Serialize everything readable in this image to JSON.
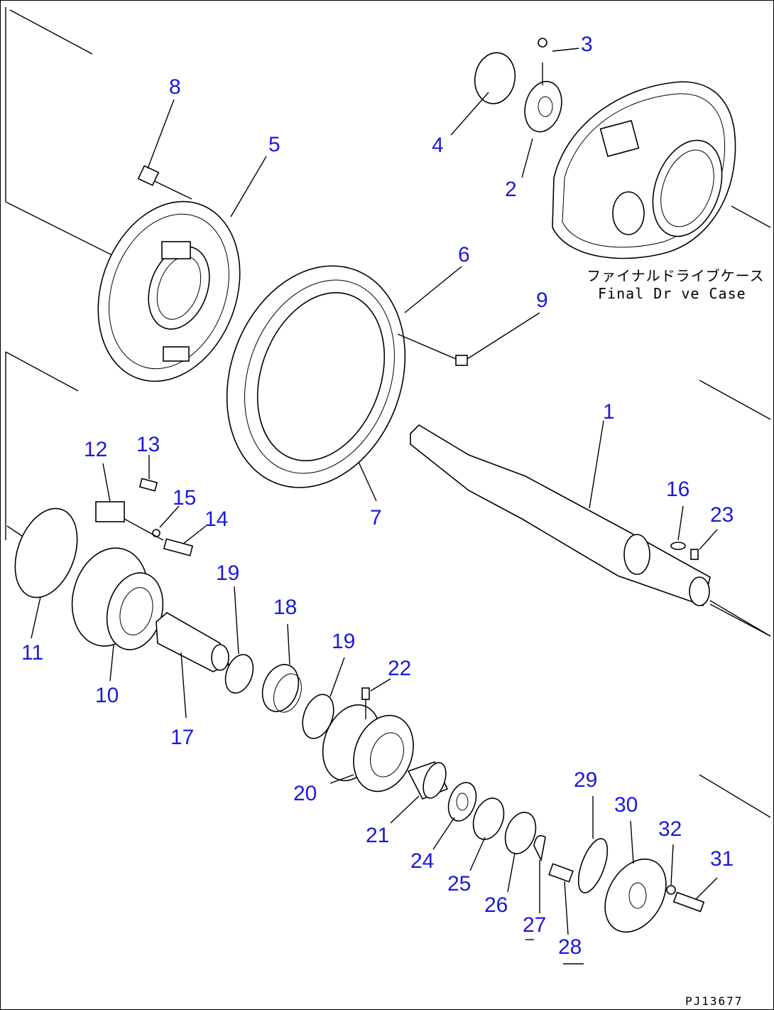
{
  "callouts": {
    "c1": "1",
    "c2": "2",
    "c3": "3",
    "c4": "4",
    "c5": "5",
    "c6": "6",
    "c7": "7",
    "c8": "8",
    "c9": "9",
    "c10": "10",
    "c11": "11",
    "c12": "12",
    "c13": "13",
    "c14": "14",
    "c15": "15",
    "c16": "16",
    "c17": "17",
    "c18": "18",
    "c19a": "19",
    "c19b": "19",
    "c20": "20",
    "c21": "21",
    "c22": "22",
    "c23": "23",
    "c24": "24",
    "c25": "25",
    "c26": "26",
    "c27": "27",
    "c28": "28",
    "c29": "29",
    "c30": "30",
    "c31": "31",
    "c32": "32"
  },
  "annotation": {
    "case_jp": "ファイナルドライブケース",
    "case_en": "Final Dr ve Case"
  },
  "drawing_number": "PJ13677",
  "colors": {
    "callout": "#1a1adc",
    "linework": "#000000",
    "background": "#ffffff"
  }
}
